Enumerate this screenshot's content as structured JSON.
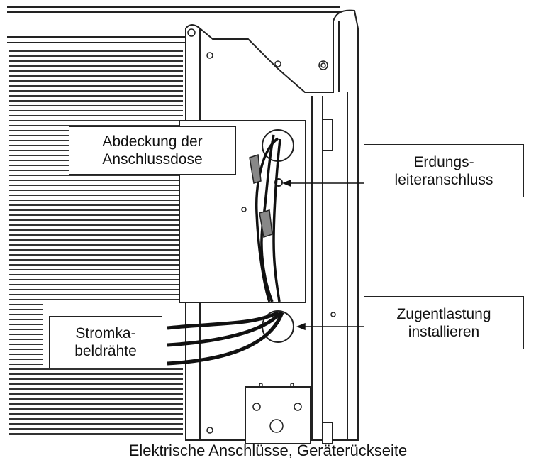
{
  "labels": {
    "junction_box_cover": "Abdeckung der\nAnschlussdose",
    "ground_terminal": "Erdungs-\nleiteranschluss",
    "strain_relief": "Zugentlastung\ninstallieren",
    "power_wires": "Stromka-\nbeldrähte"
  },
  "caption": "Elektrische Anschlüsse, Geräterückseite"
}
